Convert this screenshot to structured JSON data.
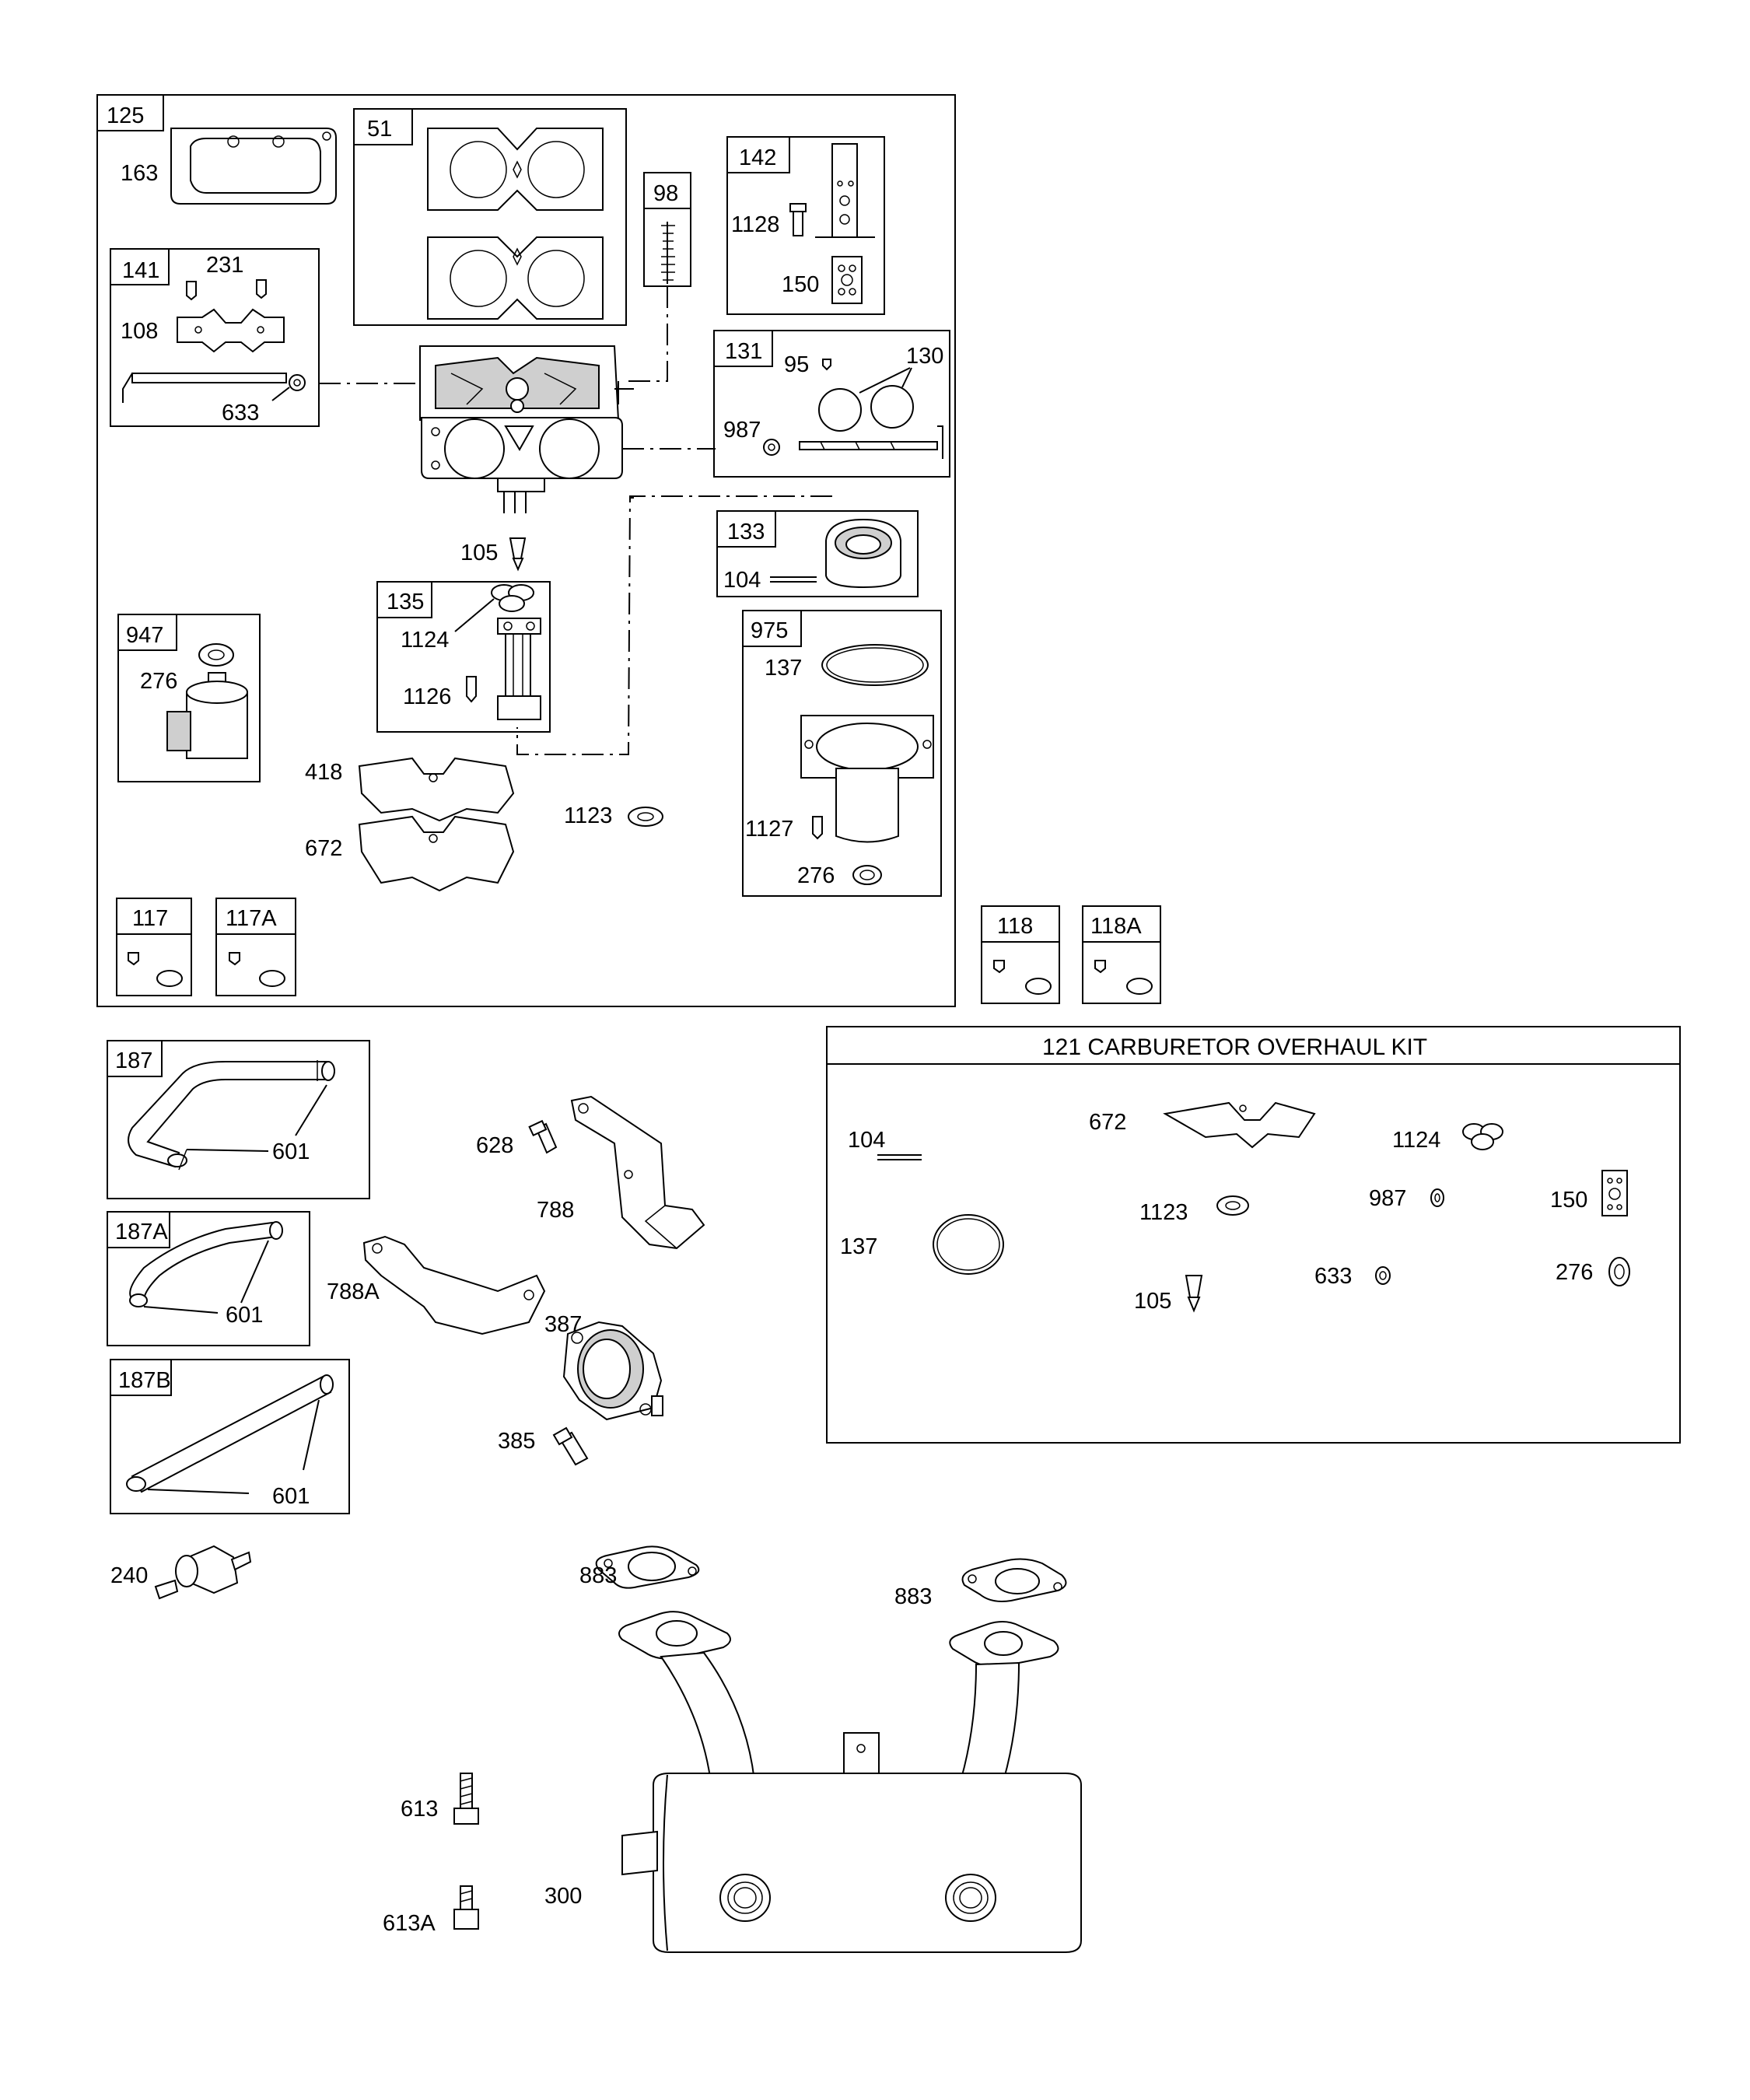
{
  "groups": {
    "g125": "125",
    "g51": "51",
    "g142": "142",
    "g98": "98",
    "g141": "141",
    "g131": "131",
    "g133": "133",
    "g135": "135",
    "g947": "947",
    "g975": "975",
    "g117": "117",
    "g117a": "117A",
    "g118": "118",
    "g118a": "118A",
    "g187": "187",
    "g187a": "187A",
    "g187b": "187B"
  },
  "kit": {
    "title": "121 CARBURETOR OVERHAUL KIT",
    "labels": {
      "k104": "104",
      "k672": "672",
      "k1124": "1124",
      "k137": "137",
      "k1123": "1123",
      "k987": "987",
      "k150": "150",
      "k633": "633",
      "k276": "276",
      "k105": "105"
    }
  },
  "labels": {
    "l163": "163",
    "l231": "231",
    "l108": "108",
    "l633": "633",
    "l1128": "1128",
    "l150": "150",
    "l95": "95",
    "l130": "130",
    "l987": "987",
    "l104": "104",
    "l105": "105",
    "l1124": "1124",
    "l1126": "1126",
    "l276": "276",
    "l137": "137",
    "l1127": "1127",
    "l276b": "276",
    "l418": "418",
    "l672": "672",
    "l1123": "1123",
    "l601a": "601",
    "l601b": "601",
    "l601c": "601",
    "l628": "628",
    "l788": "788",
    "l788a": "788A",
    "l387": "387",
    "l385": "385",
    "l240": "240",
    "l883a": "883",
    "l883b": "883",
    "l613": "613",
    "l613a": "613A",
    "l300": "300"
  }
}
